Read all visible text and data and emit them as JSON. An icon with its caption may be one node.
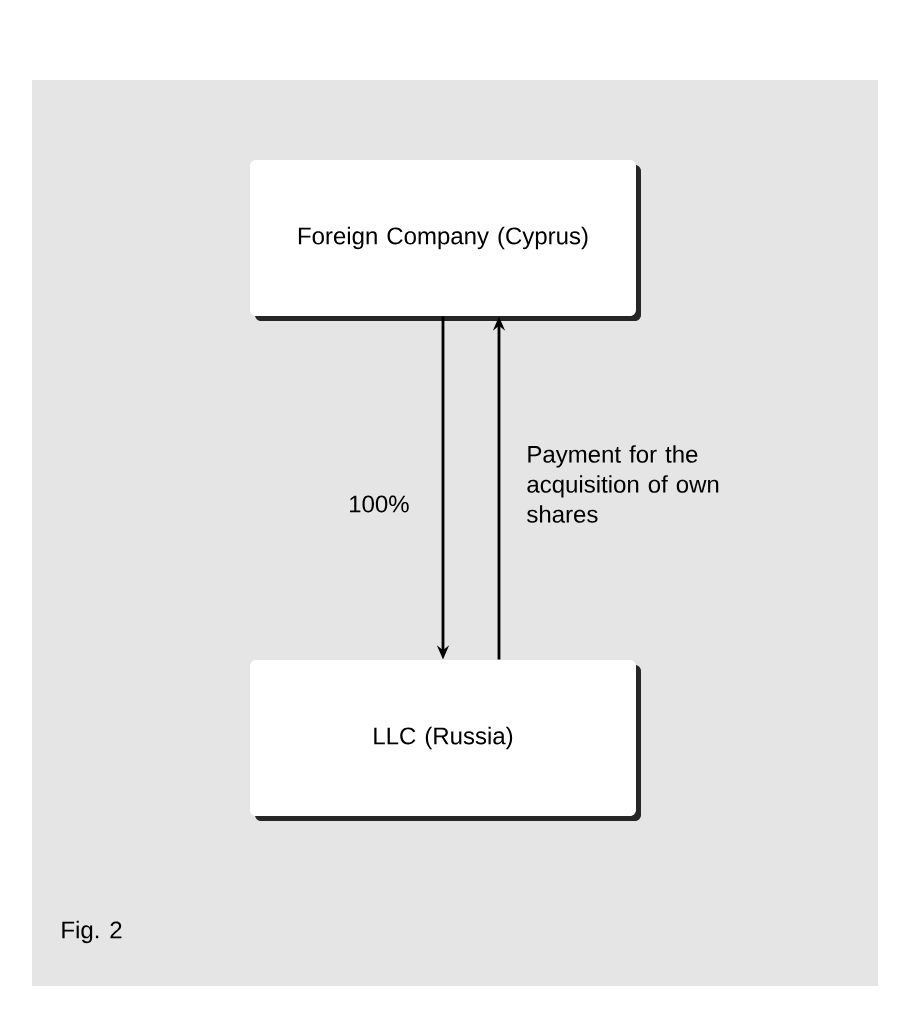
{
  "diagram": {
    "nodes": [
      {
        "text": [
          "Foreign Company (Cyprus)"
        ]
      },
      {
        "text": [
          "LLC (Russia)"
        ]
      }
    ],
    "edges": [
      {
        "from": 0,
        "to": 1,
        "arrow": "to",
        "label": "100%"
      },
      {
        "from": 1,
        "to": 0,
        "arrow": "to",
        "label": "Payment for the acquisition of own shares"
      }
    ],
    "labels": [
      "Fig. 2"
    ]
  }
}
